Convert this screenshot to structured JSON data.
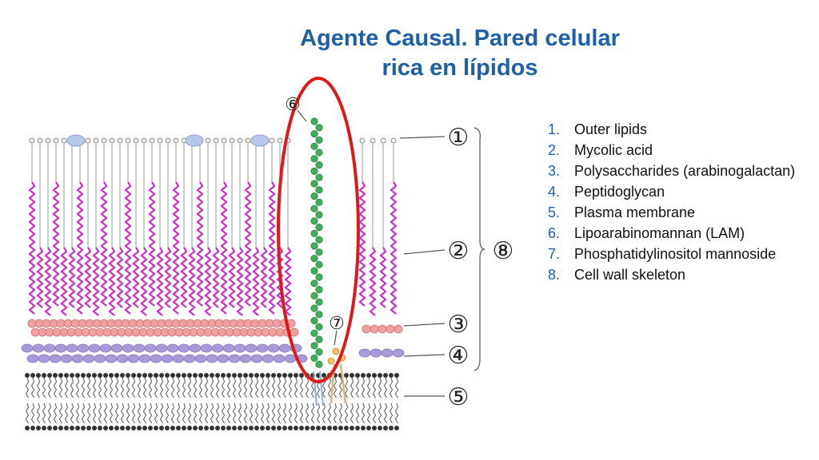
{
  "title": {
    "line1": "Agente Causal. Pared celular",
    "line2": "rica en lípidos"
  },
  "legend": [
    {
      "num": "1.",
      "text": "Outer lipids"
    },
    {
      "num": "2.",
      "text": "Mycolic acid"
    },
    {
      "num": "3.",
      "text": "Polysaccharides (arabinogalactan)"
    },
    {
      "num": "4.",
      "text": "Peptidoglycan"
    },
    {
      "num": "5.",
      "text": "Plasma membrane"
    },
    {
      "num": "6.",
      "text": "Lipoarabinomannan (LAM)"
    },
    {
      "num": "7.",
      "text": "Phosphatidylinositol mannoside"
    },
    {
      "num": "8.",
      "text": "Cell wall skeleton"
    }
  ],
  "markers": [
    "①",
    "②",
    "③",
    "④",
    "⑤",
    "⑥",
    "⑦",
    "⑧"
  ],
  "colors": {
    "title": "#1f5fa8",
    "mycolic": "#c832c8",
    "polysaccharide": "#f0a0a0",
    "peptidoglycan": "#a89ad8",
    "membrane": "#333333",
    "lam": "#3fae5a",
    "pim": "#f0c060",
    "highlight": "#e01818"
  }
}
